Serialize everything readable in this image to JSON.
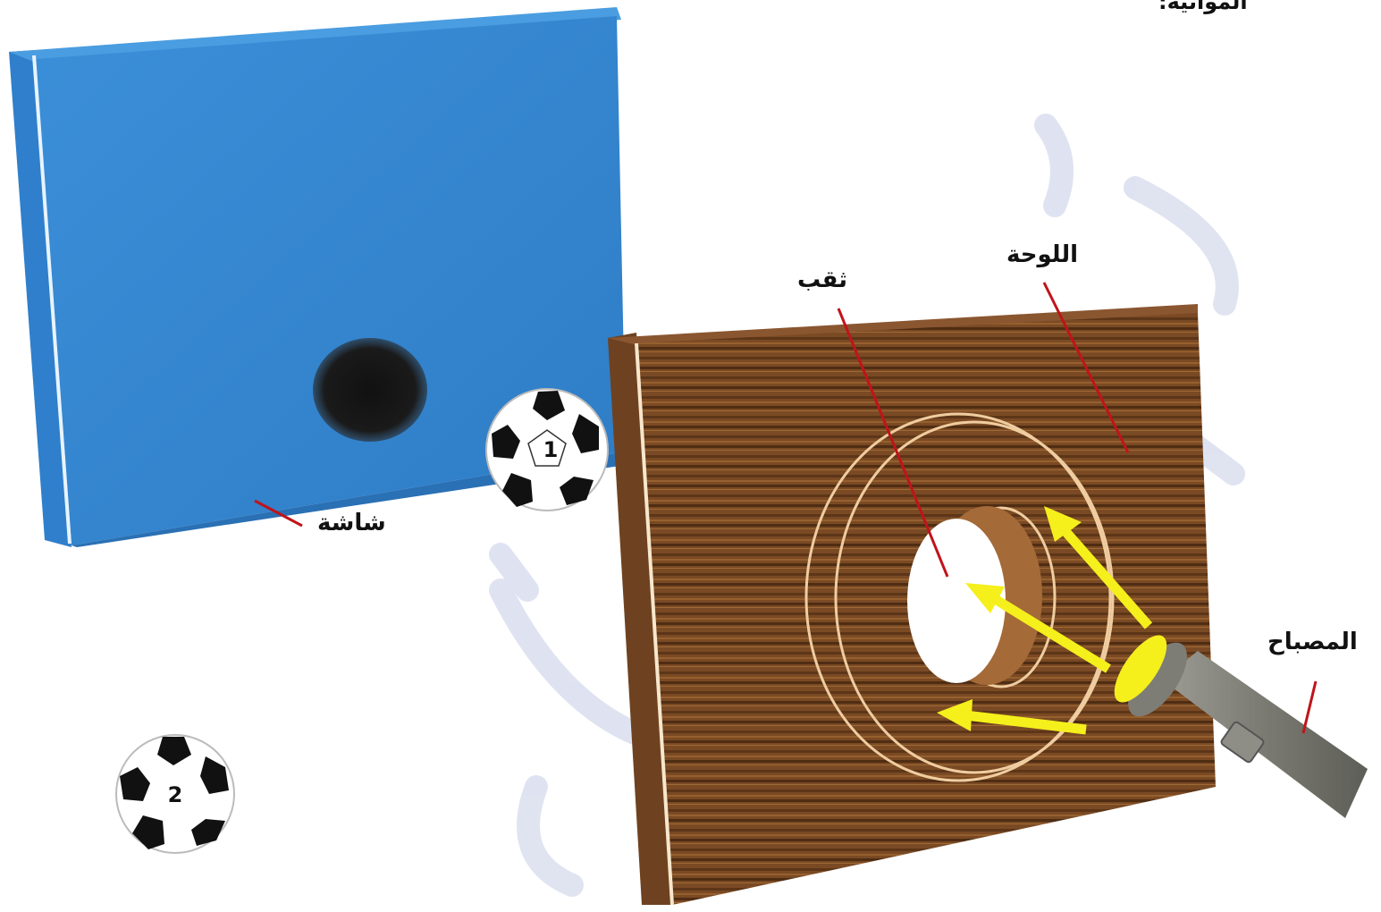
{
  "labels": {
    "top_partial": "المواتية:",
    "screen": "شاشة",
    "board": "اللوحة",
    "hole": "ثقب",
    "lamp": "المصباح"
  },
  "balls": {
    "ball_1": "1",
    "ball_2": "2"
  },
  "colors": {
    "screen": "#3a8fd6",
    "wood": "#7a4a24",
    "light": "#f5ef1c",
    "pointer": "#c0141a",
    "watermark": "#d8ddee"
  },
  "icons": [
    "screen-panel",
    "shadow-spot",
    "wooden-board",
    "hole",
    "flashlight",
    "light-ray-arrow",
    "soccer-ball"
  ]
}
